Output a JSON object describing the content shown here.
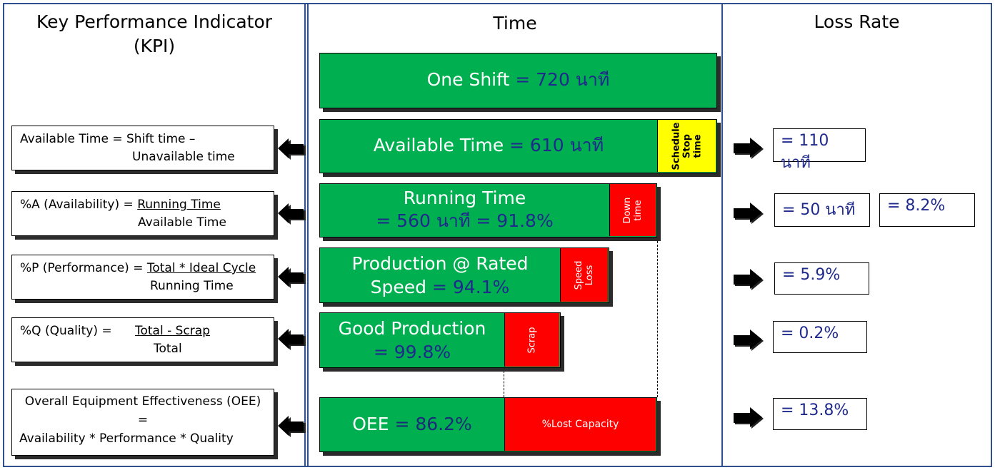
{
  "headers": {
    "kpi_line1": "Key Performance Indicator",
    "kpi_line2": "(KPI)",
    "time": "Time",
    "loss_rate": "Loss Rate"
  },
  "kpi": {
    "available": {
      "label": "Available Time",
      "eq": " = Shift time –",
      "line2": "Unavailable time"
    },
    "availability": {
      "label": "%A (Availability)",
      "eq": " = ",
      "num": "Running Time",
      "den": "Available Time"
    },
    "performance": {
      "label": "%P (Performance)",
      "eq": " = ",
      "num": "Total * Ideal Cycle",
      "den": "Running Time"
    },
    "quality": {
      "label": "%Q (Quality)",
      "eq": " =",
      "num": "Total - Scrap",
      "den": "Total"
    },
    "oee": {
      "line1": "Overall Equipment Effectiveness (OEE)",
      "line2": "=",
      "line3": "Availability * Performance * Quality"
    }
  },
  "bars": {
    "shift": {
      "label": "One Shift",
      "value": "= 720 นาที"
    },
    "available": {
      "label": "Available Time",
      "value": "= 610 นาที",
      "seg_line1": "Schedule",
      "seg_line2": "Stop",
      "seg_line3": "time"
    },
    "running": {
      "line1": "Running Time",
      "line2": "= 560 นาที = 91.8%",
      "seg_line1": "Down",
      "seg_line2": "time"
    },
    "production": {
      "line1": "Production @ Rated",
      "line2_a": "Speed",
      "line2_b": " = 94.1%",
      "seg_line1": "Speed",
      "seg_line2": "Loss"
    },
    "good": {
      "line1": "Good Production",
      "line2": "= 99.8%",
      "seg": "Scrap"
    },
    "oee": {
      "label": "OEE",
      "value": " = 86.2%",
      "seg": "%Lost Capacity"
    }
  },
  "loss": {
    "available": "= 110 นาที",
    "running_min": "= 50 นาที",
    "running_pct": "= 8.2%",
    "performance": "= 5.9%",
    "quality": "= 0.2%",
    "oee": "= 13.8%"
  },
  "colors": {
    "green": "#00b050",
    "red": "#ff0000",
    "yellow": "#ffff00",
    "frame": "#2f4f8f",
    "value_text": "#1f2a8c"
  }
}
